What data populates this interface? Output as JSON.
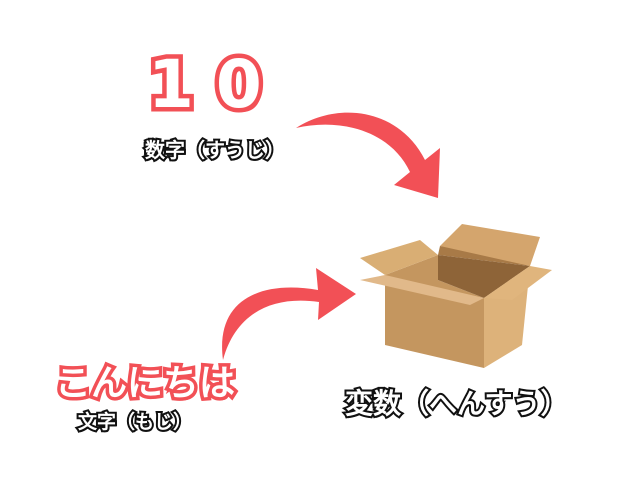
{
  "number_example": {
    "value": "10",
    "caption": "数字（すうじ）"
  },
  "string_example": {
    "value": "こんにちは",
    "caption": "文字（もじ）"
  },
  "variable": {
    "caption": "変数（へんすう）"
  },
  "colors": {
    "accent": "#f25056",
    "box": "#c4965f",
    "box_light": "#ddb27a",
    "box_dark": "#a87a47"
  }
}
